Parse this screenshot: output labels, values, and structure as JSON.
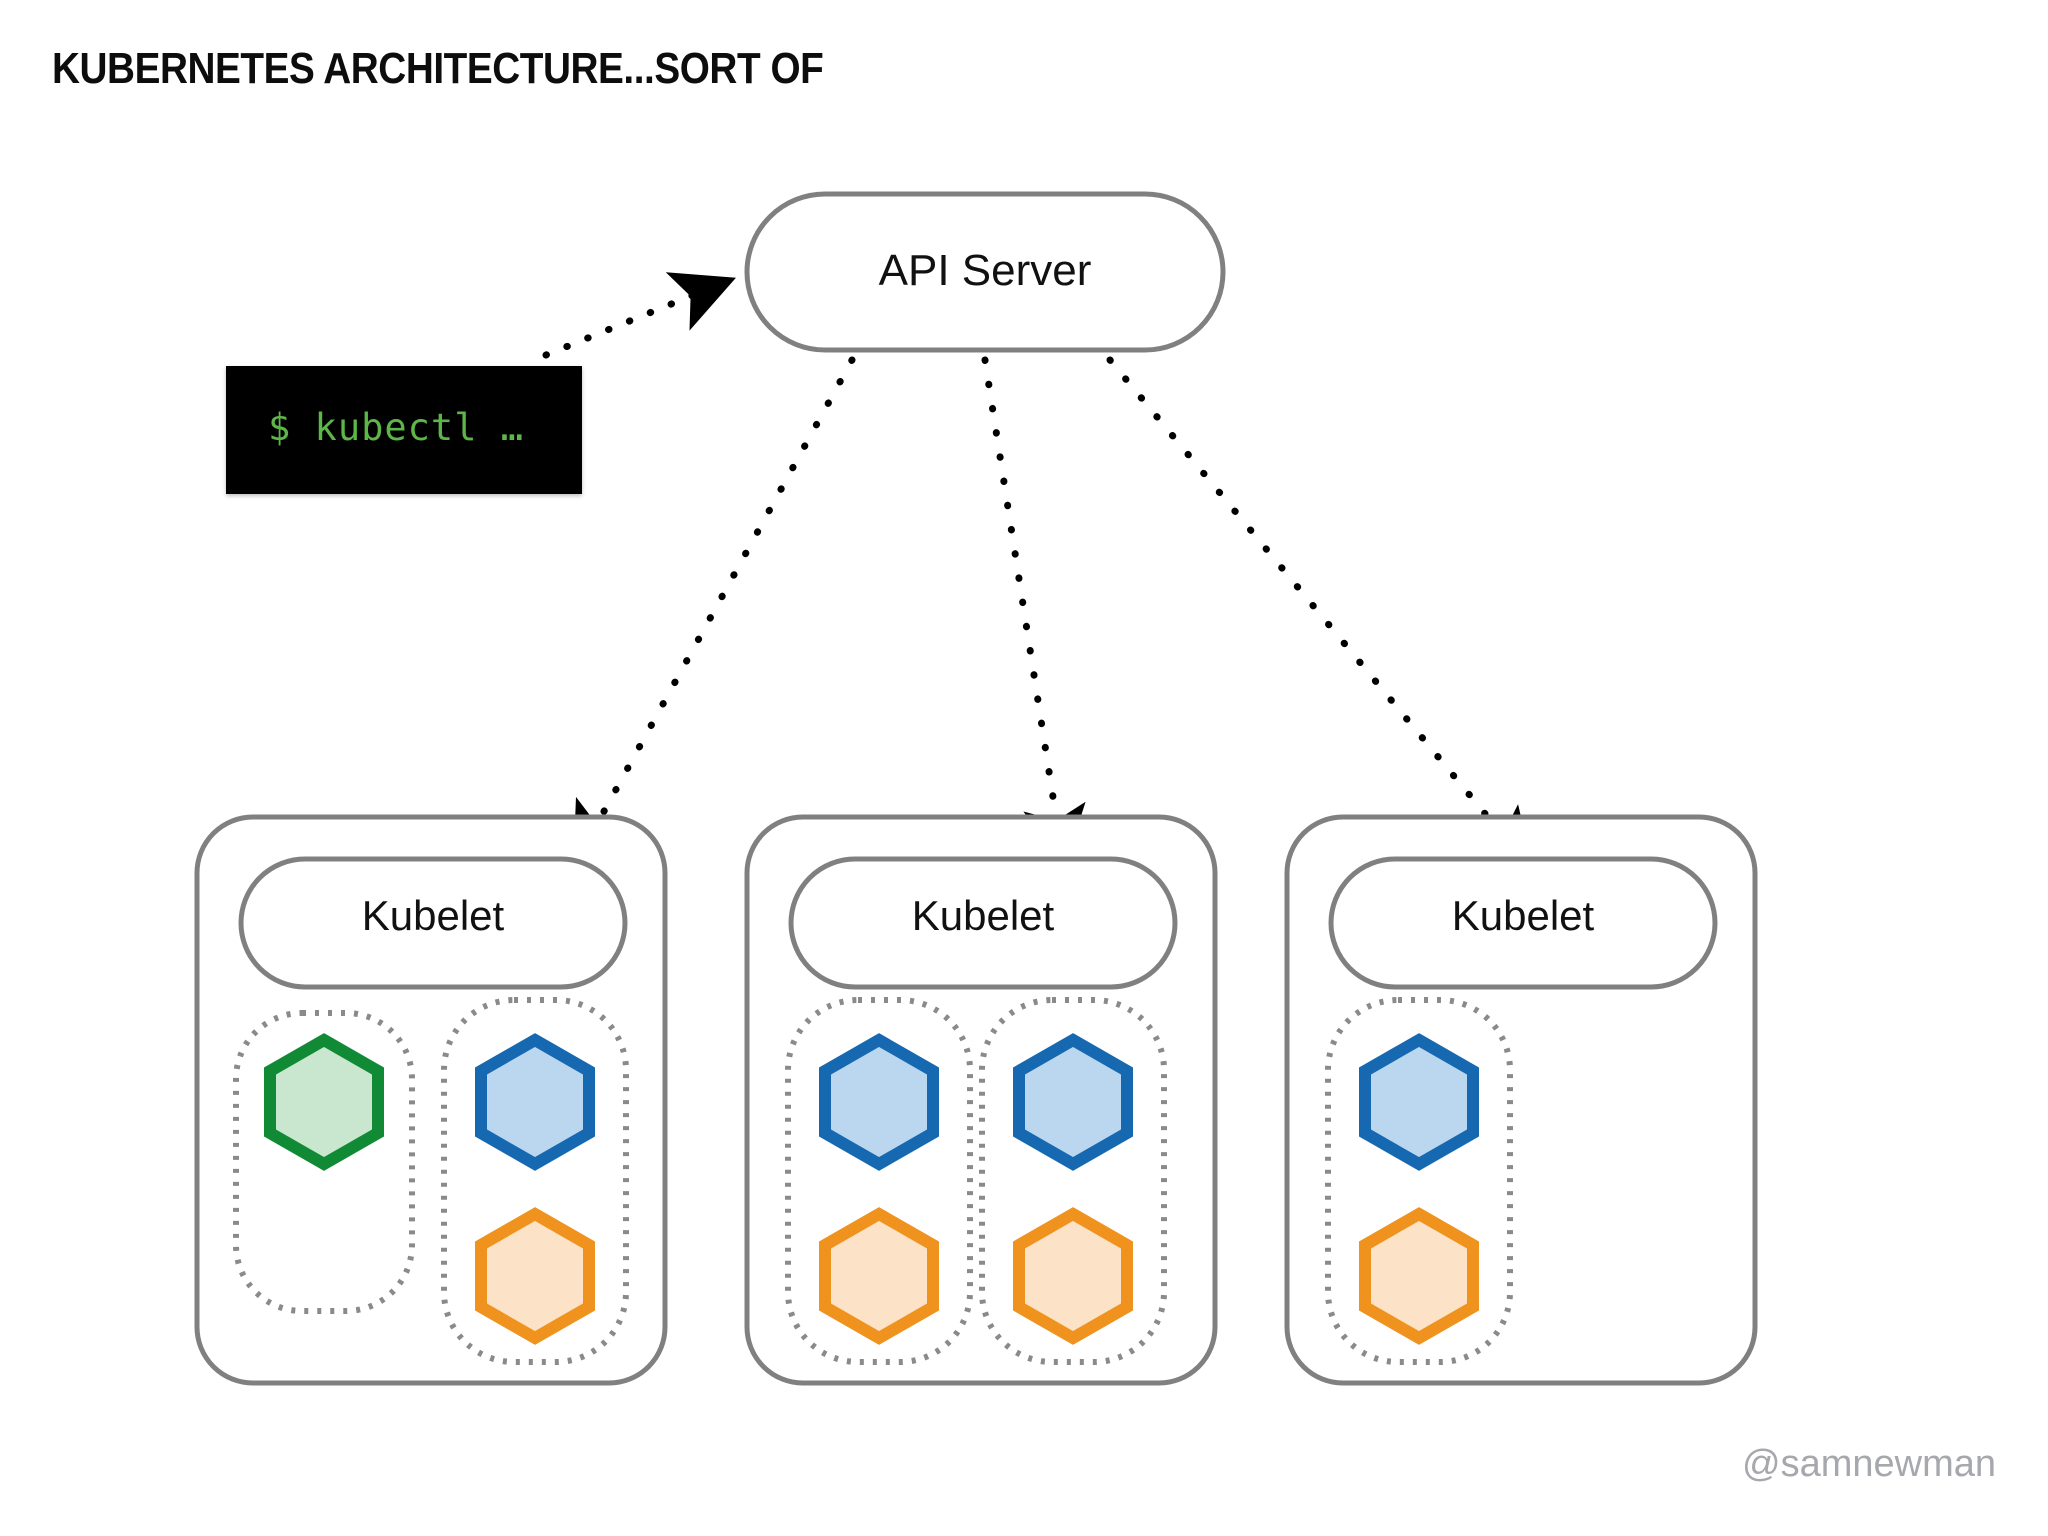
{
  "slide": {
    "title": "KUBERNETES ARCHITECTURE...SORT OF",
    "watermark": "@samnewman",
    "background_color": "#ffffff"
  },
  "terminal": {
    "name": "kubectl-terminal",
    "command_line": "$ kubectl …",
    "background_color": "#000000",
    "text_color": "#5cb648"
  },
  "control_plane": {
    "api_server": {
      "label": "API Server",
      "shape": "rounded-rectangle",
      "border_color": "#808080"
    }
  },
  "connections": [
    {
      "from": "kubectl-terminal",
      "to": "api-server",
      "style": "dotted",
      "arrow": "to-api-server"
    },
    {
      "from": "api-server",
      "to": "node-1-kubelet",
      "style": "dotted",
      "arrow": "to-kubelet"
    },
    {
      "from": "api-server",
      "to": "node-2-kubelet",
      "style": "dotted",
      "arrow": "to-kubelet"
    },
    {
      "from": "api-server",
      "to": "node-3-kubelet",
      "style": "dotted",
      "arrow": "to-kubelet"
    }
  ],
  "palette": {
    "box_border": "#808080",
    "pod_border": "#8a8a8a",
    "hex_green_stroke": "#108a34",
    "hex_green_fill": "#c9e7cf",
    "hex_blue_stroke": "#1668b0",
    "hex_blue_fill": "#bad7ef",
    "hex_orange_stroke": "#f0921e",
    "hex_orange_fill": "#fce3c7",
    "title_color": "#0d0d0d",
    "watermark_color": "#a7a8ad"
  },
  "nodes": [
    {
      "id": "node-1",
      "kubelet_label": "Kubelet",
      "pods": [
        {
          "id": "node-1-pod-1",
          "containers": [
            {
              "color_name": "green"
            }
          ]
        },
        {
          "id": "node-1-pod-2",
          "containers": [
            {
              "color_name": "blue"
            },
            {
              "color_name": "orange"
            }
          ]
        }
      ]
    },
    {
      "id": "node-2",
      "kubelet_label": "Kubelet",
      "pods": [
        {
          "id": "node-2-pod-1",
          "containers": [
            {
              "color_name": "blue"
            },
            {
              "color_name": "orange"
            }
          ]
        },
        {
          "id": "node-2-pod-2",
          "containers": [
            {
              "color_name": "blue"
            },
            {
              "color_name": "orange"
            }
          ]
        }
      ]
    },
    {
      "id": "node-3",
      "kubelet_label": "Kubelet",
      "pods": [
        {
          "id": "node-3-pod-1",
          "containers": [
            {
              "color_name": "blue"
            },
            {
              "color_name": "orange"
            }
          ]
        }
      ]
    }
  ]
}
